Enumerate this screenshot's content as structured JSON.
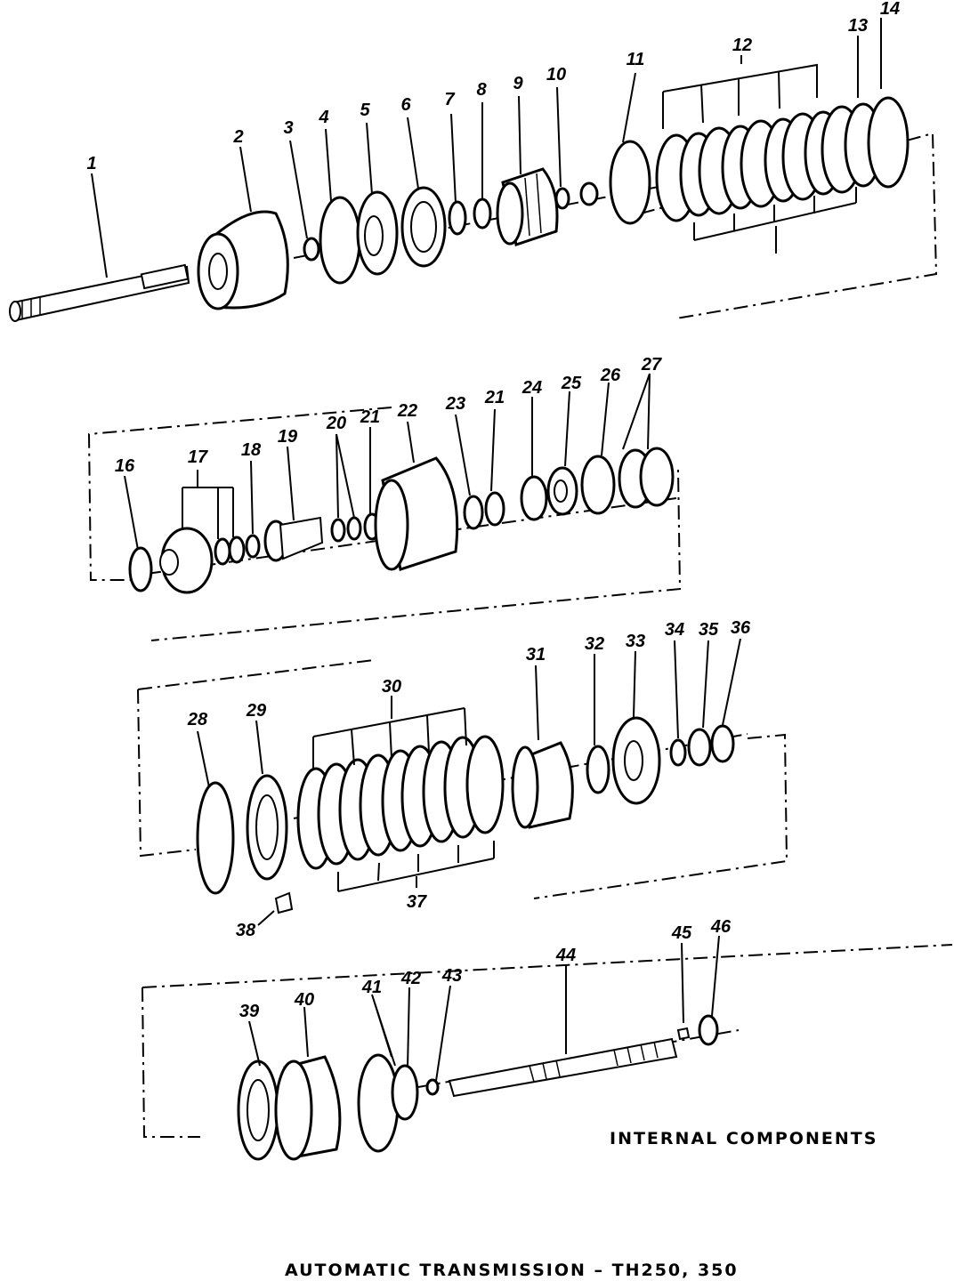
{
  "labels": {
    "l1": "1",
    "l2": "2",
    "l3": "3",
    "l4": "4",
    "l5": "5",
    "l6": "6",
    "l7": "7",
    "l8": "8",
    "l9": "9",
    "l10": "10",
    "l11": "11",
    "l12": "12",
    "l13": "13",
    "l14": "14",
    "l16": "16",
    "l17": "17",
    "l18": "18",
    "l19": "19",
    "l20": "20",
    "l21a": "21",
    "l22": "22",
    "l23": "23",
    "l21b": "21",
    "l24": "24",
    "l25": "25",
    "l26": "26",
    "l27": "27",
    "l28": "28",
    "l29": "29",
    "l30": "30",
    "l31": "31",
    "l32": "32",
    "l33": "33",
    "l34": "34",
    "l35": "35",
    "l36": "36",
    "l37": "37",
    "l38": "38",
    "l39": "39",
    "l40": "40",
    "l41": "41",
    "l42": "42",
    "l43": "43",
    "l44": "44",
    "l45": "45",
    "l46": "46"
  },
  "captions": {
    "section": "INTERNAL COMPONENTS",
    "title": "AUTOMATIC TRANSMISSION – TH250, 350"
  }
}
